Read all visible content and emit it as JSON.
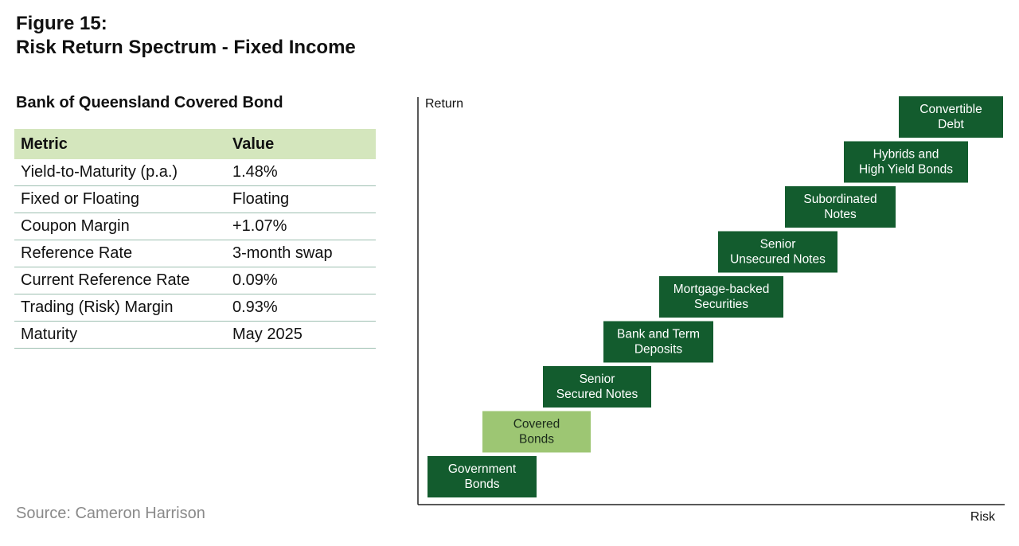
{
  "figure": {
    "title_line1": "Figure 15:",
    "title_line2": "Risk Return Spectrum - Fixed Income"
  },
  "table": {
    "title": "Bank of Queensland Covered Bond",
    "headers": [
      "Metric",
      "Value"
    ],
    "rows": [
      [
        "Yield-to-Maturity (p.a.)",
        "1.48%"
      ],
      [
        "Fixed or Floating",
        "Floating"
      ],
      [
        "Coupon Margin",
        "+1.07%"
      ],
      [
        "Reference Rate",
        "3-month swap"
      ],
      [
        "Current Reference Rate",
        "0.09%"
      ],
      [
        "Trading (Risk) Margin",
        "0.93%"
      ],
      [
        "Maturity",
        "May 2025"
      ]
    ]
  },
  "source": "Source: Cameron Harrison",
  "colors": {
    "dark_green": "#135c2e",
    "light_green": "#9dc673",
    "header_green": "#d4e6bd",
    "row_line": "#9cbfb0"
  },
  "chart_data": {
    "type": "bar",
    "xlabel": "Risk",
    "ylabel": "Return",
    "grid": false,
    "legend": "none",
    "categories": [
      "Government Bonds",
      "Covered Bonds",
      "Senior Secured Notes",
      "Bank and Term Deposits",
      "Mortgage-backed Securities",
      "Senior Unsecured Notes",
      "Subordinated Notes",
      "Hybrids and High Yield Bonds",
      "Convertible Debt"
    ],
    "labels": [
      [
        "Government",
        "Bonds"
      ],
      [
        "Covered",
        "Bonds"
      ],
      [
        "Senior",
        "Secured Notes"
      ],
      [
        "Bank and Term",
        "Deposits"
      ],
      [
        "Mortgage-backed",
        "Securities"
      ],
      [
        "Senior",
        "Unsecured Notes"
      ],
      [
        "Subordinated",
        "Notes"
      ],
      [
        "Hybrids and",
        "High Yield Bonds"
      ],
      [
        "Convertible",
        "Debt"
      ]
    ],
    "rank": [
      1,
      2,
      3,
      4,
      5,
      6,
      7,
      8,
      9
    ],
    "highlight": "Covered Bonds"
  }
}
